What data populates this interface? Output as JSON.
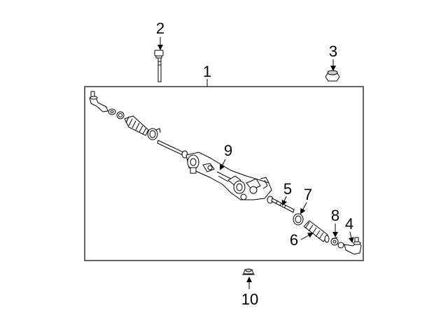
{
  "callouts": {
    "c1": "1",
    "c2": "2",
    "c3": "3",
    "c4": "4",
    "c5": "5",
    "c6": "6",
    "c7": "7",
    "c8": "8",
    "c9": "9",
    "c10": "10"
  },
  "colors": {
    "line": "#000000",
    "fill": "#ffffff",
    "shade": "#cfcfcf"
  }
}
